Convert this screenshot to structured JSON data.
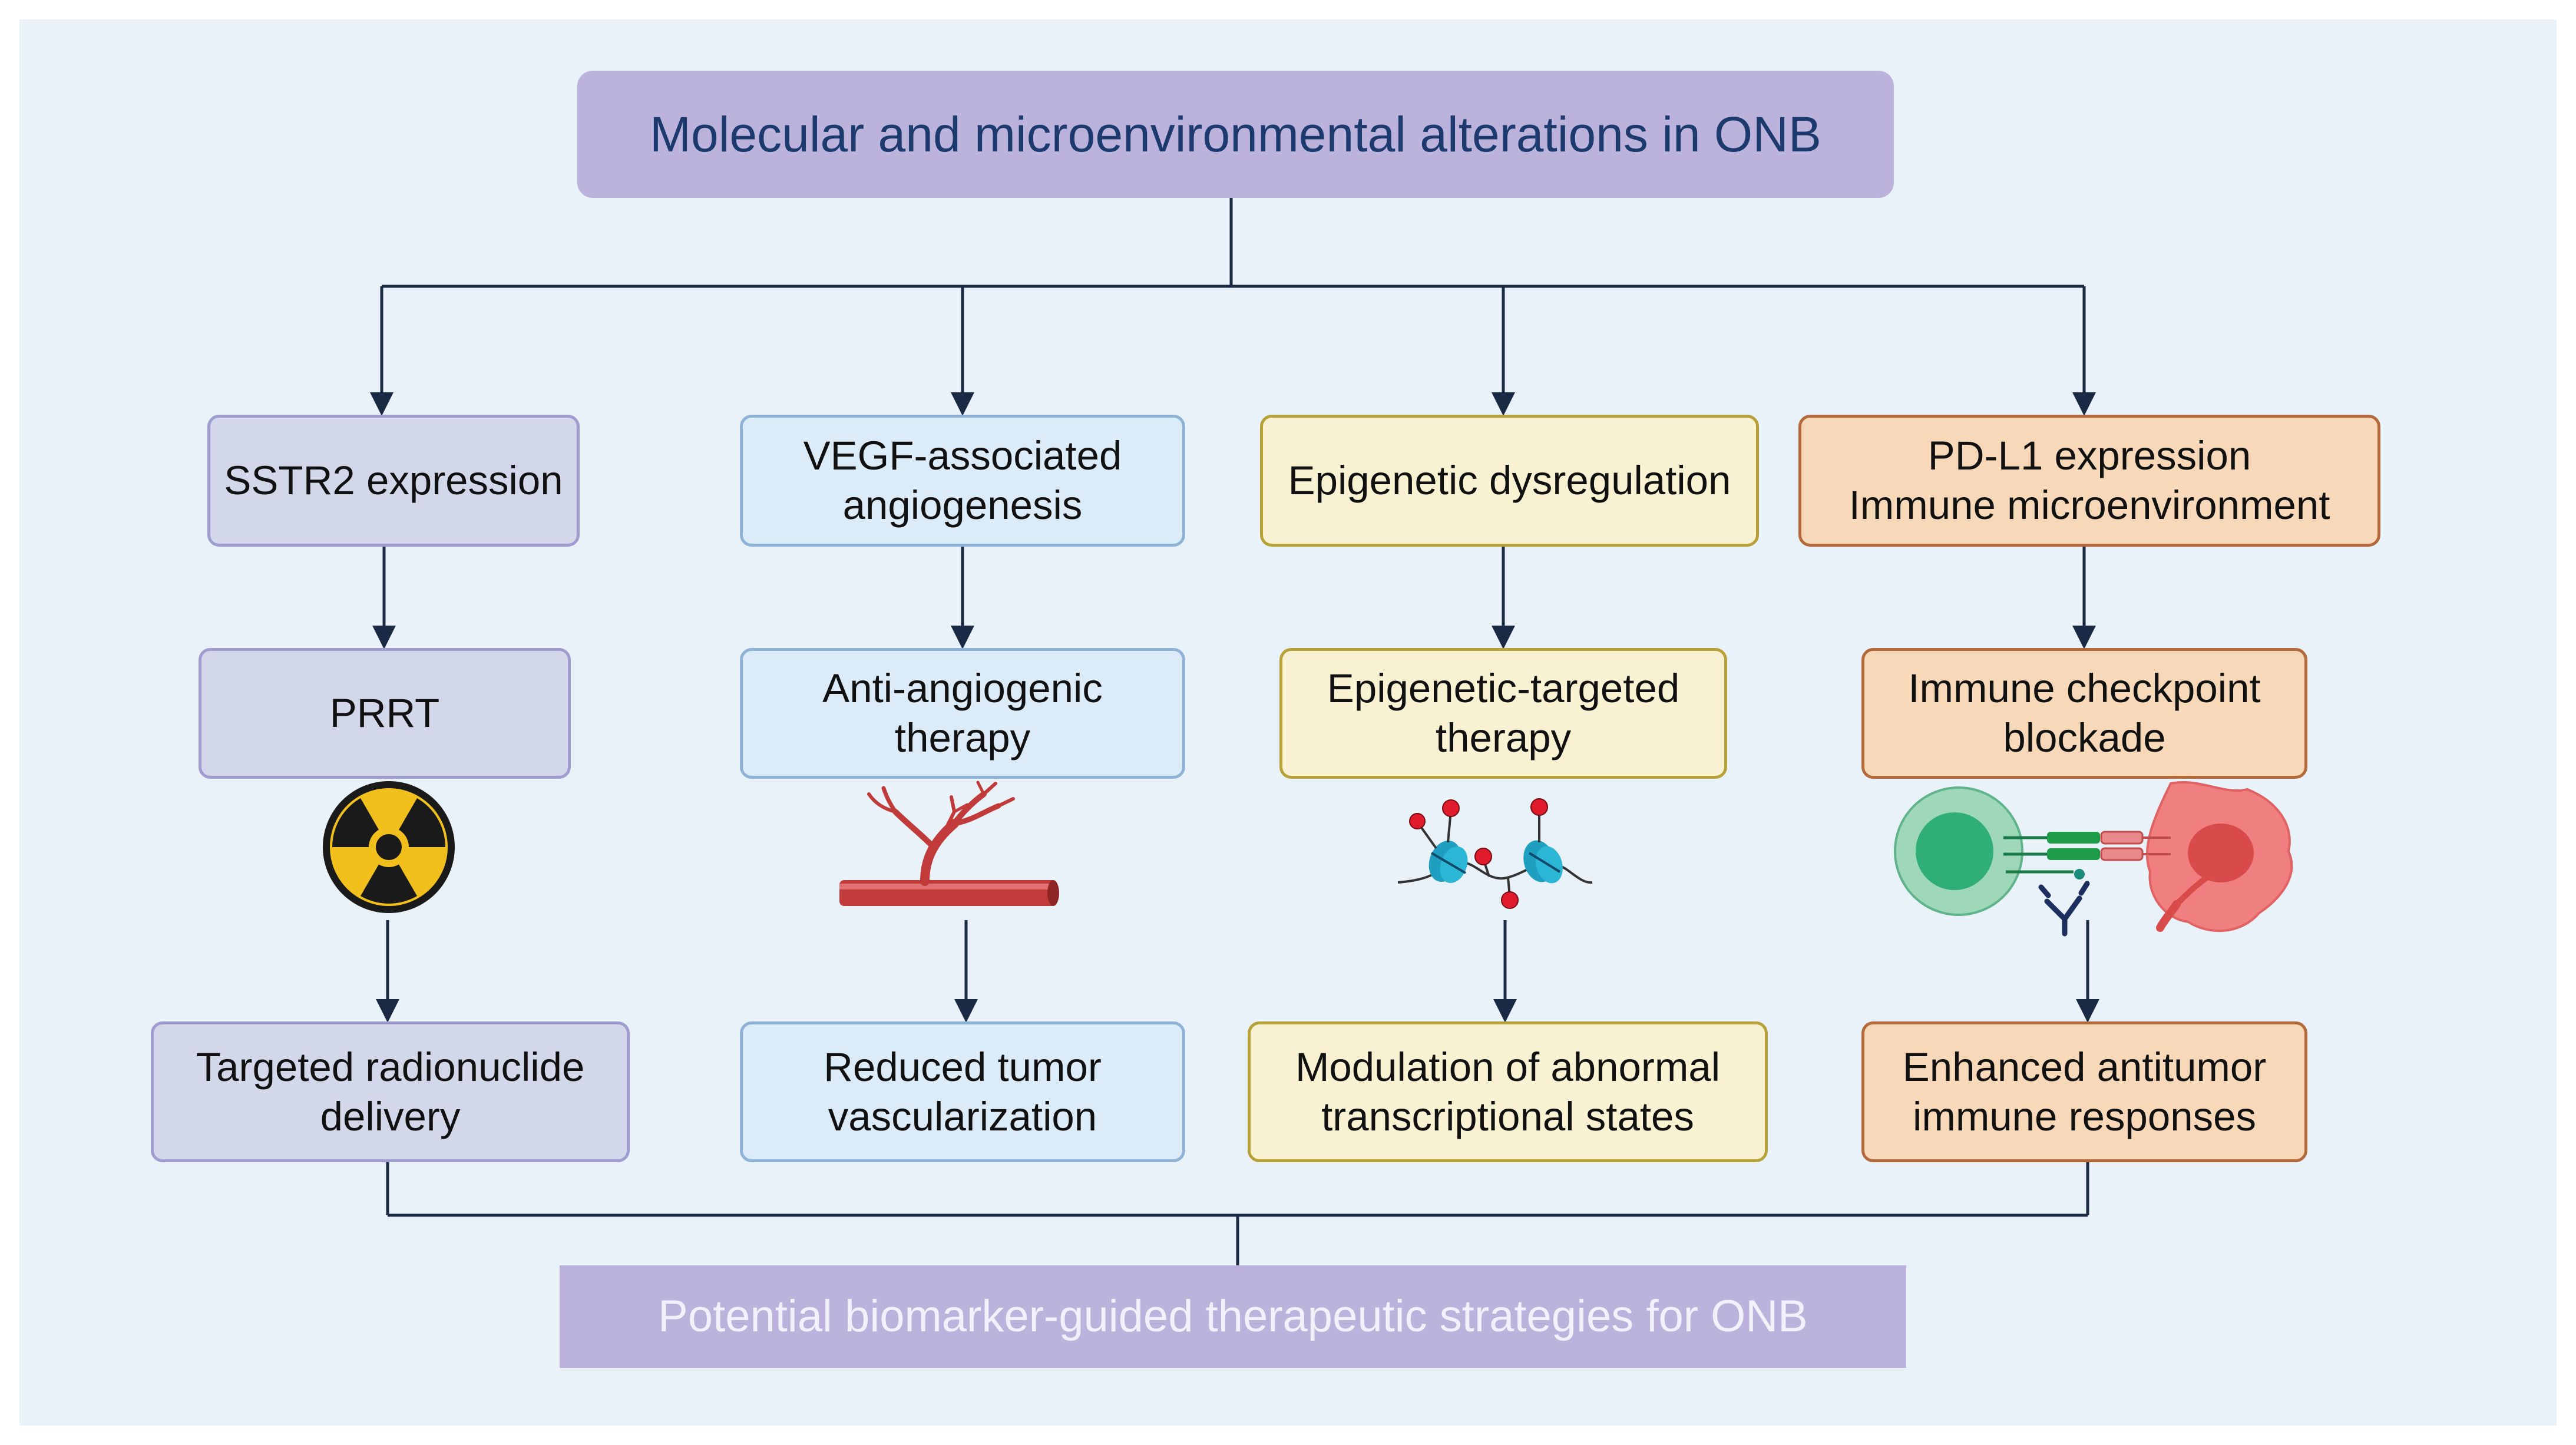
{
  "title": "Molecular and microenvironmental alterations in ONB",
  "bottom": "Potential biomarker-guided therapeutic strategies for ONB",
  "columns": [
    {
      "alteration": "SSTR2 expression",
      "therapy": "PRRT",
      "outcome": "Targeted radionuclide\ndelivery",
      "icon": "radiation-icon"
    },
    {
      "alteration": "VEGF-associated\nangiogenesis",
      "therapy": "Anti-angiogenic\ntherapy",
      "outcome": "Reduced tumor\nvascularization",
      "icon": "blood-vessel-icon"
    },
    {
      "alteration": "Epigenetic dysregulation",
      "therapy": "Epigenetic-targeted\ntherapy",
      "outcome": "Modulation of abnormal\ntranscriptional states",
      "icon": "nucleosome-icon"
    },
    {
      "alteration": "PD-L1 expression\nImmune microenvironment",
      "therapy": "Immune checkpoint\nblockade",
      "outcome": "Enhanced antitumor\nimmune responses",
      "icon": "immune-checkpoint-icon"
    }
  ],
  "colors": {
    "background": "#e9f2f8",
    "title_fill": "#bcb3dc",
    "title_text": "#1d3a6e",
    "column1": "#d2d7ea",
    "column2": "#dcebf8",
    "column3": "#f8f2d3",
    "column4": "#f7d8b8",
    "connector": "#1b2a44"
  }
}
